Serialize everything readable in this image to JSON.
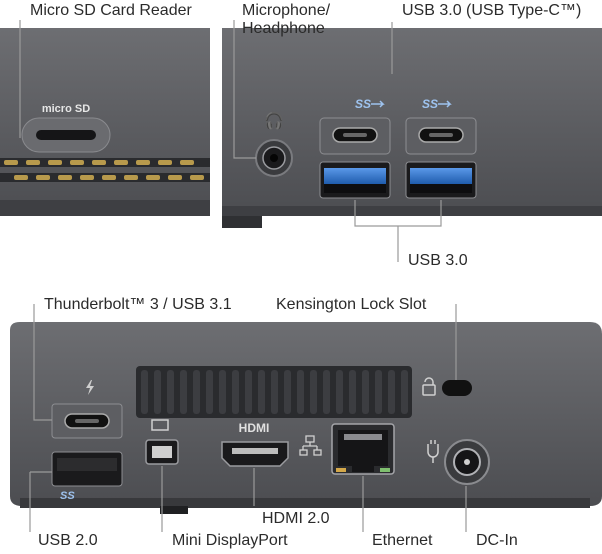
{
  "labels": {
    "micro_sd": "Micro SD Card Reader",
    "mic_headphone": "Microphone/\nHeadphone",
    "usb_c_top": "USB 3.0 (USB Type-C™)",
    "usb3_top": "USB 3.0",
    "thunderbolt": "Thunderbolt™ 3 / USB 3.1",
    "kensington": "Kensington Lock Slot",
    "usb2": "USB 2.0",
    "mini_dp": "Mini DisplayPort",
    "hdmi": "HDMI 2.0",
    "ethernet": "Ethernet",
    "dc_in": "DC-In"
  },
  "port_marks": {
    "micro_sd_logo": "micro SD",
    "ss_logo": "SS",
    "hdmi_logo": "HDMI"
  },
  "colors": {
    "chassis": "#5b5c60",
    "chassis_dark": "#3d3e42",
    "usb3_blue": "#2f72c8",
    "leader": "#9a9a9a"
  }
}
